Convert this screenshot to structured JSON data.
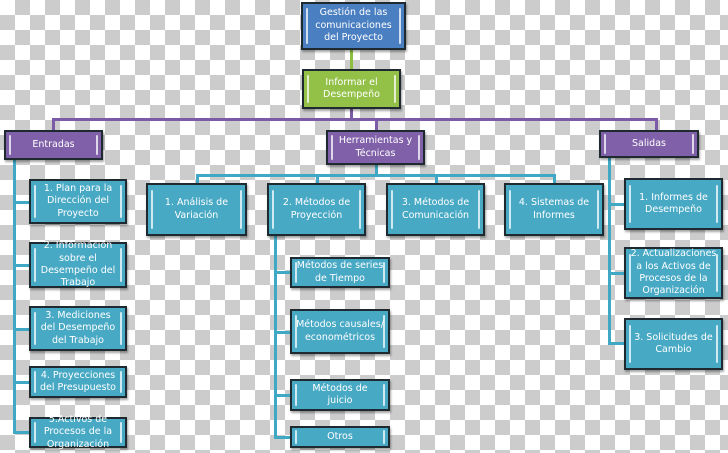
{
  "diagram": {
    "root": {
      "label": "Gestión de  las comunicaciones del Proyecto"
    },
    "process": {
      "label": "Informar el Desempeño"
    },
    "categories": [
      {
        "id": "entradas",
        "label": "Entradas"
      },
      {
        "id": "herramientas",
        "label": "Herramientas y Técnicas"
      },
      {
        "id": "salidas",
        "label": "Salidas"
      }
    ],
    "entradas": [
      "1. Plan para la Dirección del Proyecto",
      "2. Información sobre el Desempeño del Trabajo",
      "3. Mediciones del Desempeño del Trabajo",
      "4. Proyecciones del Presupuesto",
      "5.Activos de Procesos de la Organización"
    ],
    "herramientas": [
      "1. Análisis de Variación",
      "2. Métodos de Proyección",
      "3. Métodos de Comunicación",
      "4. Sistemas de Informes"
    ],
    "metodos_proyeccion": [
      "Métodos de series de Tiempo",
      "Métodos causales/econométricos",
      "Métodos de juicio",
      "Otros"
    ],
    "salidas": [
      "1. Informes de Desempeño",
      "2. Actualizaciones a los Activos de Procesos de la Organización",
      "3. Solicitudes de Cambio"
    ],
    "colors": {
      "root": "#4a7fc1",
      "process": "#93c047",
      "category": "#8061a9",
      "item": "#48a9c5",
      "connector_purple": "#7b5aa6",
      "connector_teal": "#3fa8c4"
    }
  }
}
